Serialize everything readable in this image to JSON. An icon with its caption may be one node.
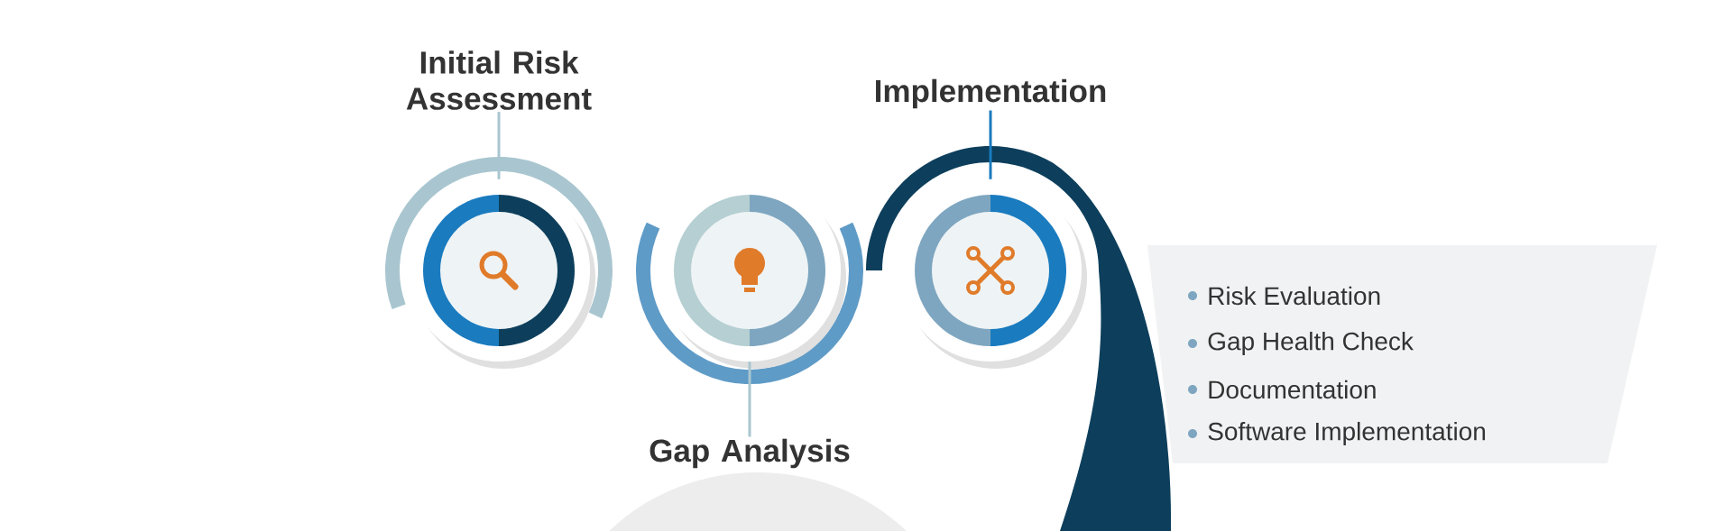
{
  "diagram": {
    "nodes": [
      {
        "text": [
          "Initial Risk Assessment"
        ]
      },
      {
        "text": [
          "Implementation"
        ]
      },
      {
        "text": [],
        "shape": "circle"
      },
      {
        "text": [],
        "shape": "circle"
      },
      {
        "text": [],
        "shape": "circle"
      },
      {
        "text": [
          "Gap Analysis"
        ]
      },
      {
        "text": [
          "Risk Evaluation",
          "Gap Health Check",
          "Documentation",
          "Software Implementation"
        ]
      }
    ],
    "edges": [
      {
        "from": 0,
        "to": 2,
        "arrow": "none"
      },
      {
        "from": 1,
        "to": 4,
        "arrow": "none",
        "color": "#1a7bbf"
      },
      {
        "from": 5,
        "to": 3,
        "arrow": "none"
      }
    ]
  }
}
